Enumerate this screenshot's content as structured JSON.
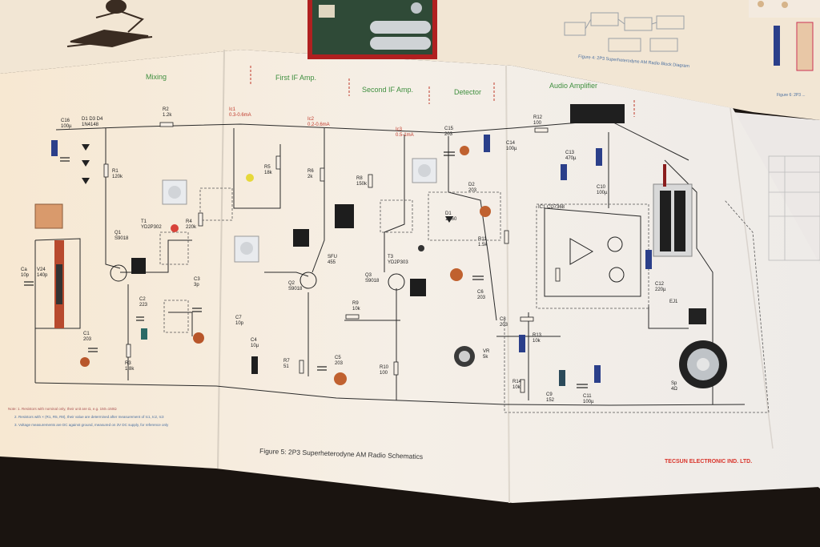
{
  "sections": {
    "mixing": "Mixing",
    "first_if": "First IF Amp.",
    "second_if": "Second IF Amp.",
    "detector": "Detector",
    "audio": "Audio Amplifier"
  },
  "currents": {
    "ic1": "Ic1\n0.3-0.6mA",
    "ic2": "Ic2\n0.2-0.6mA",
    "ic3": "Ic3\n0.5-1mA"
  },
  "components": {
    "c16": "C16\n100µ",
    "d": "D1 D3 D4\n1N4148",
    "r2": "R2\n1.2k",
    "r1": "R1\n120k",
    "q1": "Q1\nS9018",
    "t1": "T1\nYD2P302",
    "r4": "R4\n220k",
    "r5": "R5\n18k",
    "r6": "R6\n2k",
    "r8": "R8\n150k",
    "c15": "C15\n203",
    "d2": "D2\n203",
    "c14": "C14\n100µ",
    "r12": "R12\n100",
    "c13": "C13\n470µ",
    "c10": "C10\n100µ",
    "ic1": "IC1  CD7368",
    "sfu": "SFU\n455",
    "q2": "Q2\nS9018",
    "q3": "Q3\nS9018",
    "t3": "T3\nYD2P303",
    "d1": "D1\n1N60",
    "r11": "R11\n1.5k",
    "c8": "C8\n203",
    "c6": "C6\n203",
    "c3": "C3\n3p",
    "c2": "C2\n223",
    "c1": "C1\n203",
    "r3": "R3\n1.8k",
    "c4": "C4\n10µ",
    "r7": "R7\n51",
    "c5": "C5\n203",
    "r9": "R9\n10k",
    "r10": "R10\n100",
    "vr": "VR\n5k",
    "r13": "R13\n10k",
    "r14": "R14\n10k",
    "c9": "C9\n152",
    "c11": "C11\n100µ",
    "c12": "C12\n220µ",
    "sp": "Sp\n4Ω",
    "ej": "EJ1",
    "v24": "V24\n140p",
    "ca": "Ca\n10p",
    "c7": "C7\n10p"
  },
  "notes": [
    "Note: 1. Resistors with nominal only, their unit are Ω, e.g. 150=150Ω",
    "2. Resistors with ×  (R1, R5, R8), their value are determined after measurement of Ic1, Ic2, Ic3",
    "3. Voltage measurements are DC against ground, measured on 3V DC supply, for reference only"
  ],
  "caption": "Figure 5: 2P3 Superheterodyne AM Radio Schematics",
  "brand": "TECSUN ELECTRONIC IND. LTD.",
  "top_caption": "Figure 4: 2P3 Superheterodyne AM Radio Block Diagram",
  "right_caption": "Figure 6: 2P3 ...",
  "colors": {
    "paper": "#f6efe6",
    "ink": "#2a2a2a",
    "section_green": "#3f8f3f",
    "current_red": "#c0392b",
    "brand_red": "#d9342b",
    "background": "#1a1410"
  }
}
